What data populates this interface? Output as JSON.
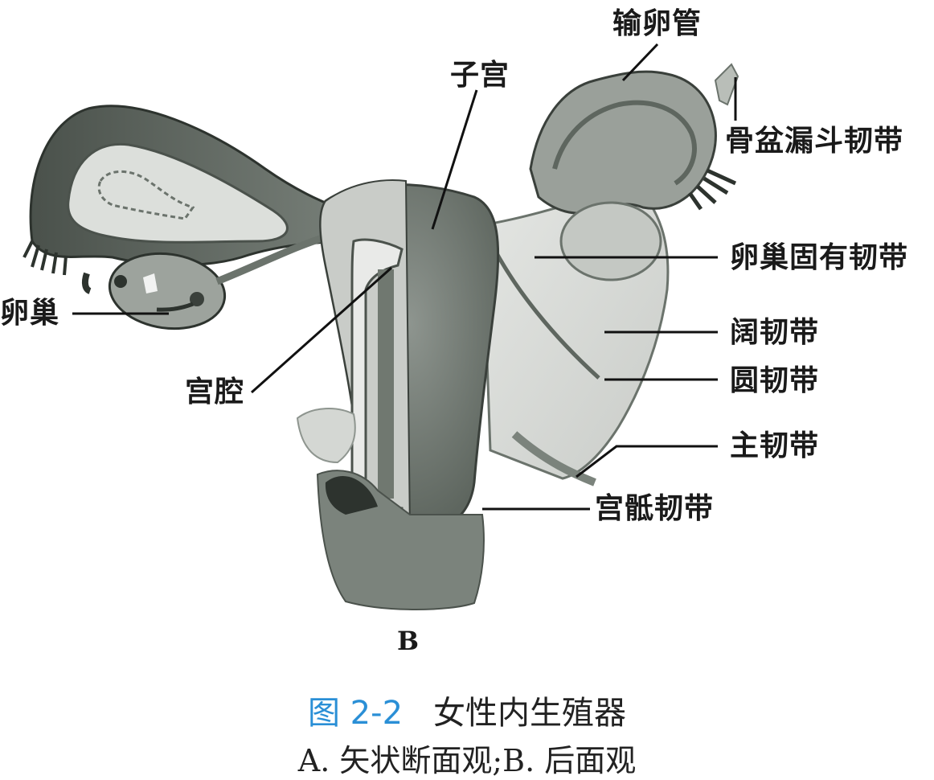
{
  "figure": {
    "panel_letter": "B",
    "caption_number": "图 2-2",
    "caption_title": "女性内生殖器",
    "subcaption": "A. 矢状断面观;B. 后面观",
    "accent_color": "#2a8fd6"
  },
  "labels": {
    "fallopian_tube": "输卵管",
    "uterus": "子宫",
    "infundibulopelvic_ligament": "骨盆漏斗韧带",
    "ovary": "卵巢",
    "ovarian_ligament": "卵巢固有韧带",
    "uterine_cavity": "宫腔",
    "broad_ligament": "阔韧带",
    "round_ligament": "圆韧带",
    "cardinal_ligament": "主韧带",
    "uterosacral_ligament": "宫骶韧带"
  }
}
